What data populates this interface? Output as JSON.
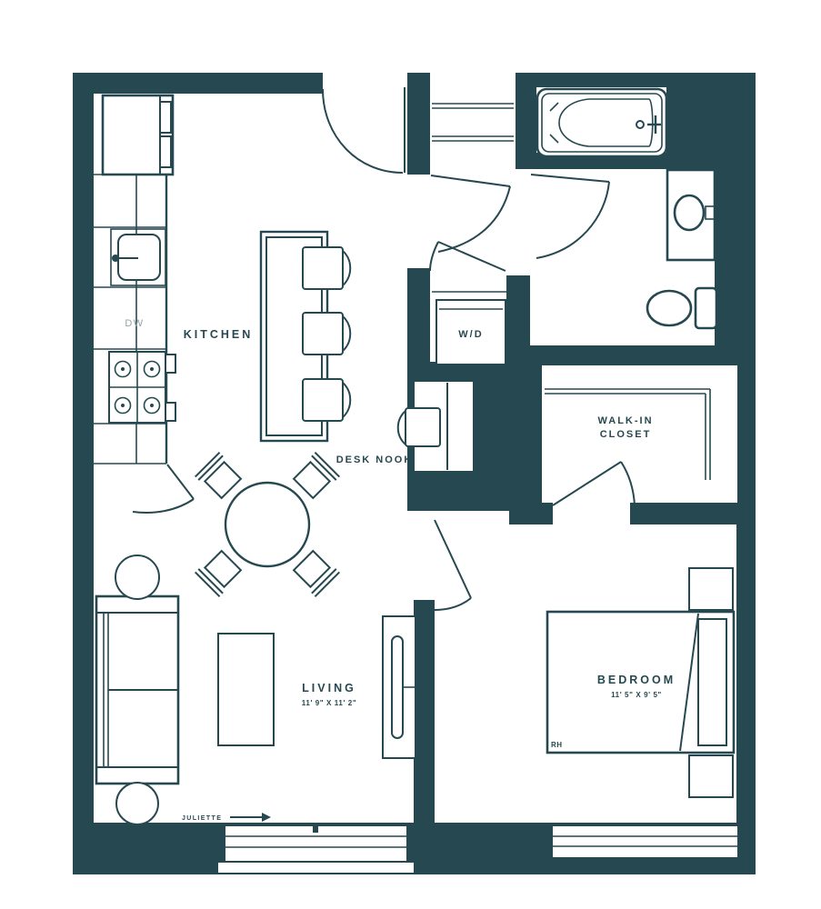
{
  "plan": {
    "rooms": {
      "kitchen": {
        "label": "KITCHEN"
      },
      "living": {
        "label": "LIVING",
        "dimensions": "11' 9\" X 11' 2\""
      },
      "bedroom": {
        "label": "BEDROOM",
        "dimensions": "11' 5\" X 9' 5\"",
        "corner_tag": "RH"
      },
      "walk_in_closet": {
        "label_line1": "WALK-IN",
        "label_line2": "CLOSET"
      },
      "desk_nook": {
        "label": "DESK NOOK"
      },
      "laundry": {
        "label": "W/D"
      }
    },
    "fixtures": {
      "dishwasher_label": "DW"
    },
    "annotations": {
      "balcony_label": "JULIETTE"
    }
  },
  "colors": {
    "wall": "#264850",
    "dw_label": "#95a3a6",
    "background": "#ffffff"
  }
}
